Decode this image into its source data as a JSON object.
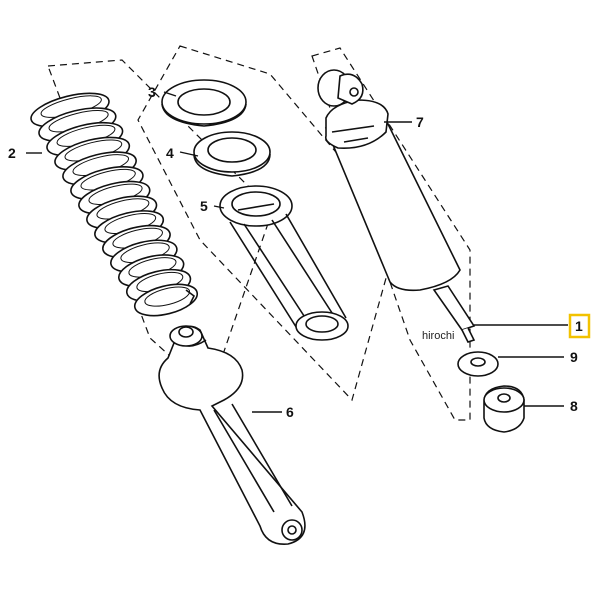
{
  "diagram": {
    "callouts": [
      {
        "id": "1",
        "label": "1"
      },
      {
        "id": "2",
        "label": "2"
      },
      {
        "id": "3",
        "label": "3"
      },
      {
        "id": "4",
        "label": "4"
      },
      {
        "id": "5",
        "label": "5"
      },
      {
        "id": "6",
        "label": "6"
      },
      {
        "id": "7",
        "label": "7"
      },
      {
        "id": "8",
        "label": "8"
      },
      {
        "id": "9",
        "label": "9"
      }
    ],
    "watermark": "hirochi",
    "highlight_color": "#f2c200"
  }
}
